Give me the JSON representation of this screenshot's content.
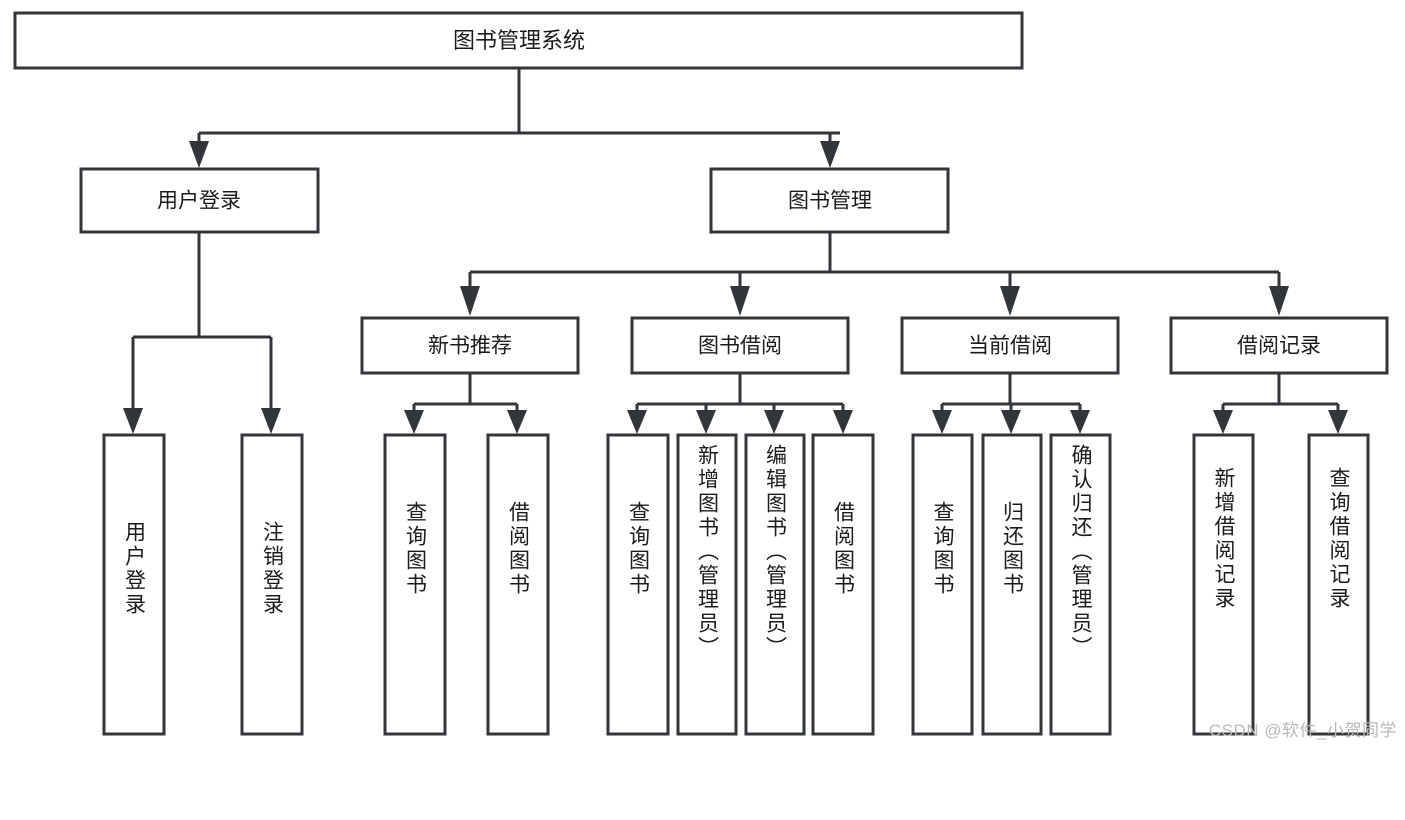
{
  "diagram": {
    "type": "tree-hierarchy-diagram",
    "root": {
      "id": "root",
      "label": "图书管理系统"
    },
    "level2": [
      {
        "id": "user-login",
        "label": "用户登录"
      },
      {
        "id": "book-management",
        "label": "图书管理"
      }
    ],
    "level3": [
      {
        "id": "new-book-recommend",
        "label": "新书推荐",
        "parent": "book-management"
      },
      {
        "id": "book-borrow",
        "label": "图书借阅",
        "parent": "book-management"
      },
      {
        "id": "current-borrow",
        "label": "当前借阅",
        "parent": "book-management"
      },
      {
        "id": "borrow-record",
        "label": "借阅记录",
        "parent": "book-management"
      }
    ],
    "leaves": [
      {
        "id": "leaf-user-login",
        "label": "用户登录",
        "parent": "user-login"
      },
      {
        "id": "leaf-logout-login",
        "label": "注销登录",
        "parent": "user-login"
      },
      {
        "id": "leaf-query-book-1",
        "label": "查询图书",
        "parent": "new-book-recommend"
      },
      {
        "id": "leaf-borrow-book-1",
        "label": "借阅图书",
        "parent": "new-book-recommend"
      },
      {
        "id": "leaf-query-book-2",
        "label": "查询图书",
        "parent": "book-borrow"
      },
      {
        "id": "leaf-add-book",
        "label": "新增图书（管理员）",
        "parent": "book-borrow"
      },
      {
        "id": "leaf-edit-book",
        "label": "编辑图书（管理员）",
        "parent": "book-borrow"
      },
      {
        "id": "leaf-borrow-book-2",
        "label": "借阅图书",
        "parent": "book-borrow"
      },
      {
        "id": "leaf-query-book-3",
        "label": "查询图书",
        "parent": "current-borrow"
      },
      {
        "id": "leaf-return-book",
        "label": "归还图书",
        "parent": "current-borrow"
      },
      {
        "id": "leaf-confirm-return",
        "label": "确认归还（管理员）",
        "parent": "current-borrow"
      },
      {
        "id": "leaf-add-record",
        "label": "新增借阅记录",
        "parent": "borrow-record"
      },
      {
        "id": "leaf-query-record",
        "label": "查询借阅记录",
        "parent": "borrow-record"
      }
    ],
    "colors": {
      "box_fill": "#ffffff",
      "box_stroke": "#32353a",
      "text": "#1b1b1b",
      "background": "#ffffff",
      "watermark": "#b9b9b9"
    }
  },
  "watermark": {
    "text": "CSDN @软件_小贺同学"
  }
}
